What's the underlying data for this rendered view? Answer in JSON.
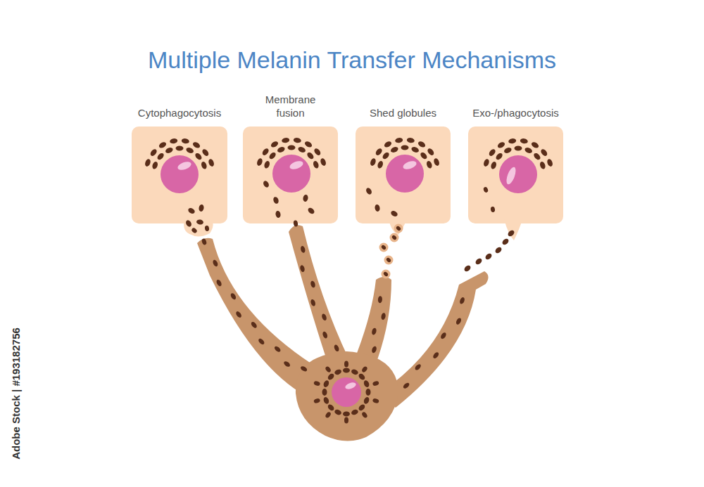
{
  "diagram": {
    "title": "Multiple Melanin Transfer Mechanisms",
    "nodes": [
      {
        "text": [
          "Cytophagocytosis"
        ]
      },
      {
        "text": [
          "Membrane fusion"
        ]
      },
      {
        "text": [
          "Shed globules"
        ]
      },
      {
        "text": [
          "Exo-/phagocytosis"
        ]
      }
    ],
    "labels": [
      "Adobe Stock | #193182756"
    ]
  }
}
